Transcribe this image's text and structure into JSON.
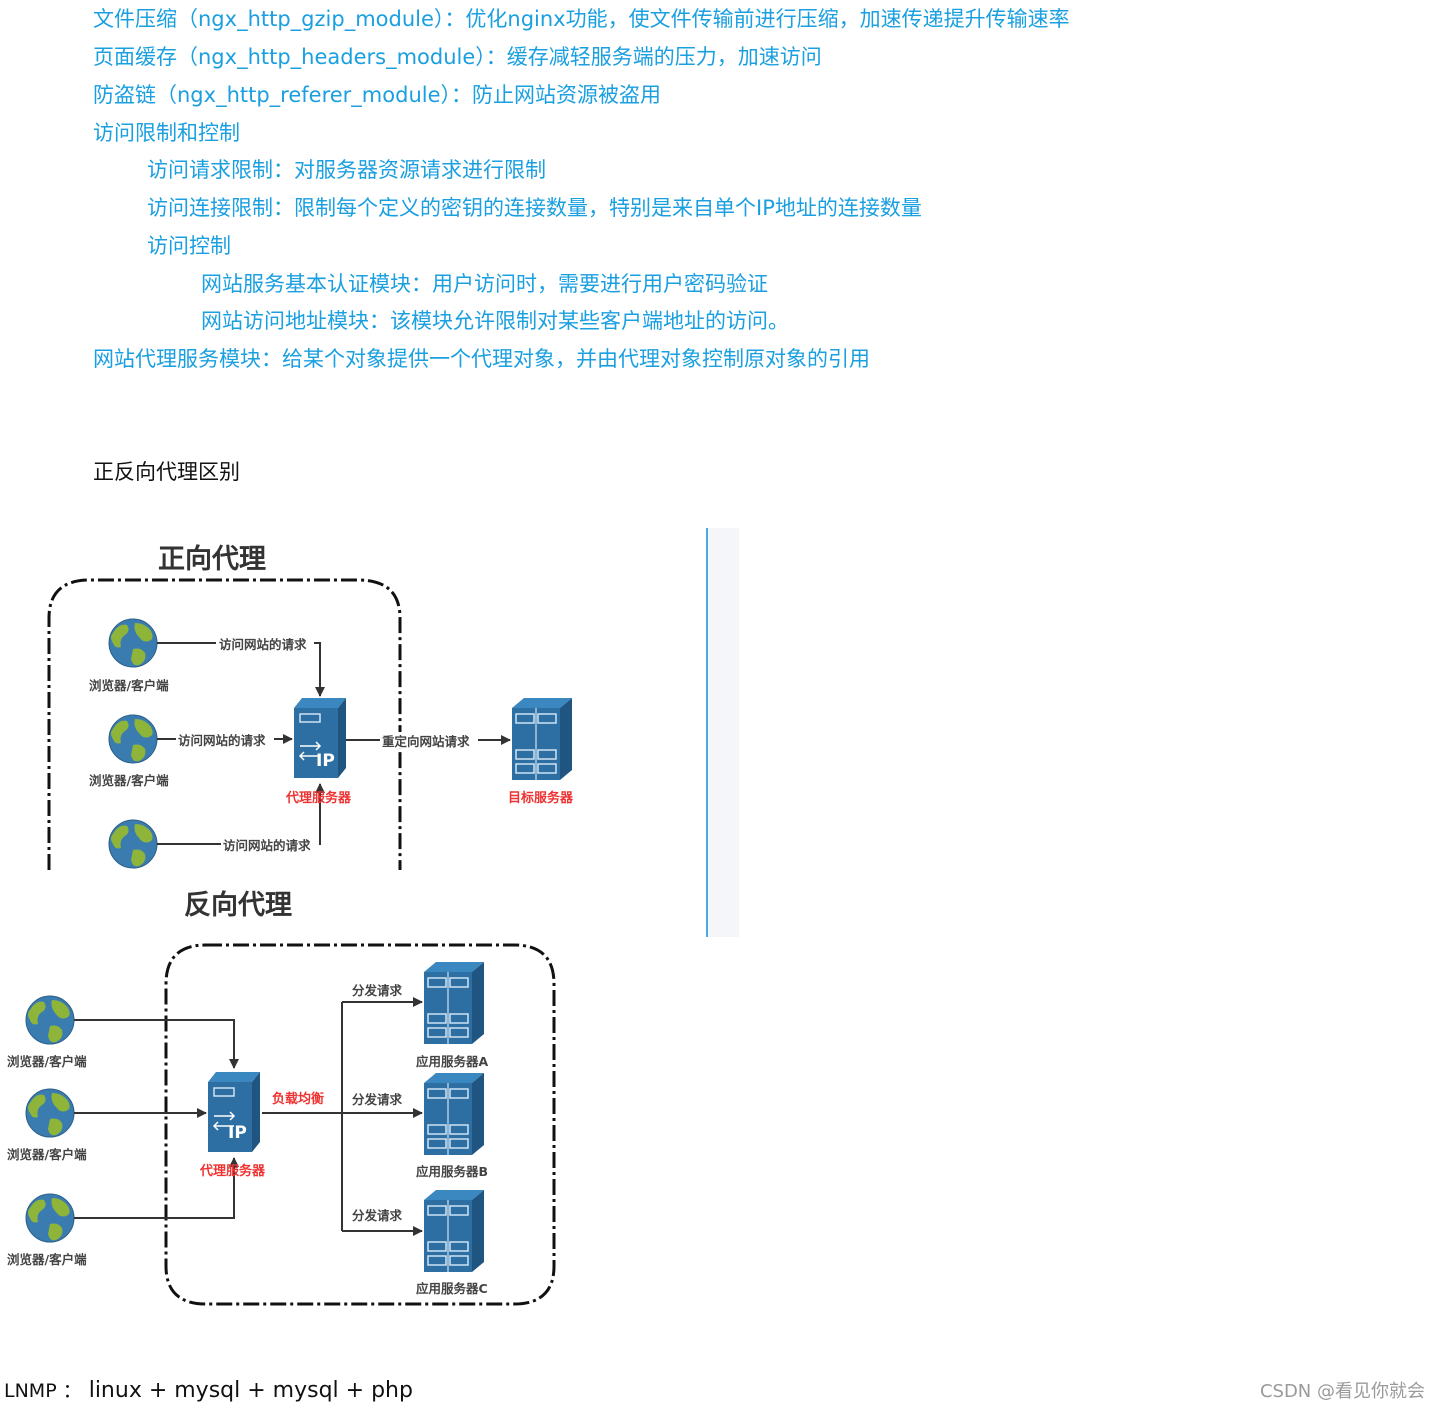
{
  "lines": [
    "文件压缩（ngx_http_gzip_module）：优化nginx功能，使文件传输前进行压缩，加速传递提升传输速率",
    "页面缓存（ngx_http_headers_module）：缓存减轻服务端的压力，加速访问",
    "防盗链（ngx_http_referer_module）：防止网站资源被盗用",
    "访问限制和控制",
    "访问请求限制：对服务器资源请求进行限制",
    "访问连接限制：限制每个定义的密钥的连接数量，特别是来自单个IP地址的连接数量",
    "访问控制",
    "网站服务基本认证模块：用户访问时，需要进行用户密码验证",
    "网站访问地址模块：该模块允许限制对某些客户端地址的访问。",
    "网站代理服务模块：给某个对象提供一个代理对象，并由代理对象控制原对象的引用"
  ],
  "section_heading": "正反向代理区别",
  "forward": {
    "title": "正向代理",
    "client_label": "浏览器/客户端",
    "request_label": "访问网站的请求",
    "proxy_label": "代理服务器",
    "redirect_label": "重定向网站请求",
    "target_label": "目标服务器",
    "ip_text": "IP"
  },
  "reverse": {
    "title": "反向代理",
    "client_label": "浏览器/客户端",
    "proxy_label": "代理服务器",
    "lb_label": "负载均衡",
    "dispatch_label": "分发请求",
    "server_a": "应用服务器A",
    "server_b": "应用服务器B",
    "server_c": "应用服务器C",
    "ip_text": "IP"
  },
  "footer": {
    "label": "LNMP ：",
    "stack": "linux + mysql + mysql + php"
  },
  "watermark": "CSDN @看见你就会",
  "colors": {
    "text_link": "#1a9fe0",
    "server_blue": "#2d6ea3",
    "label_red": "#e33333",
    "earth_ocean": "#3a7cb0",
    "earth_land": "#8fb43a"
  }
}
